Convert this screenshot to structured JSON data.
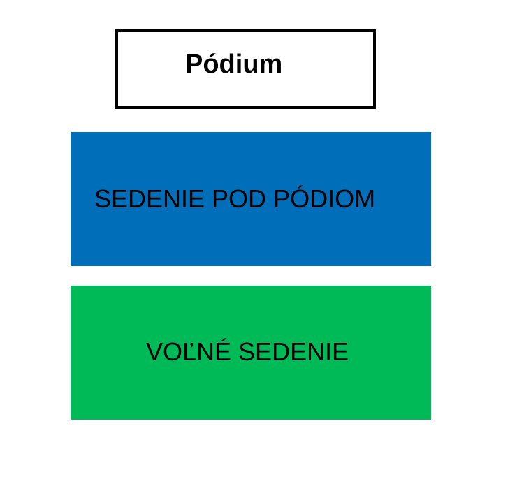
{
  "stage": {
    "label": "Pódium"
  },
  "zones": [
    {
      "label": "SEDENIE POD PÓDIOM",
      "color": "#006EB8"
    },
    {
      "label": "VOĽNÉ SEDENIE",
      "color": "#00BA58"
    }
  ]
}
